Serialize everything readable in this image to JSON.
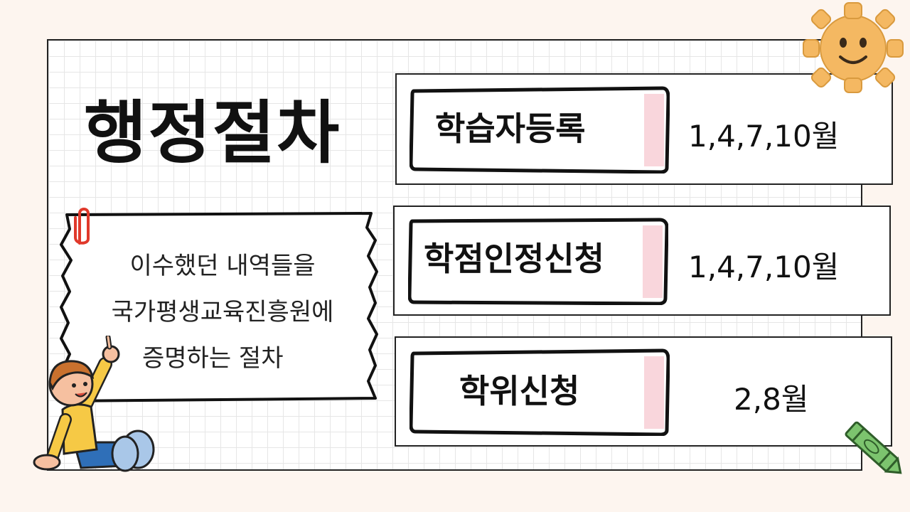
{
  "title": "행정절차",
  "note": {
    "lines": [
      "이수했던 내역들을",
      "국가평생교육진흥원에",
      "증명하는 절차"
    ]
  },
  "rows": [
    {
      "label": "학습자등록",
      "months": "1,4,7,10월"
    },
    {
      "label": "학점인정신청",
      "months": "1,4,7,10월"
    },
    {
      "label": "학위신청",
      "months": "2,8월"
    }
  ],
  "colors": {
    "background": "#fdf5ef",
    "pink_accent": "#f9d6dc",
    "gear": "#f4b862",
    "crayon": "#7cc46e"
  },
  "icons": [
    "smiling-gear-icon",
    "paperclip-icon",
    "crayon-icon",
    "pointing-child-illustration"
  ]
}
